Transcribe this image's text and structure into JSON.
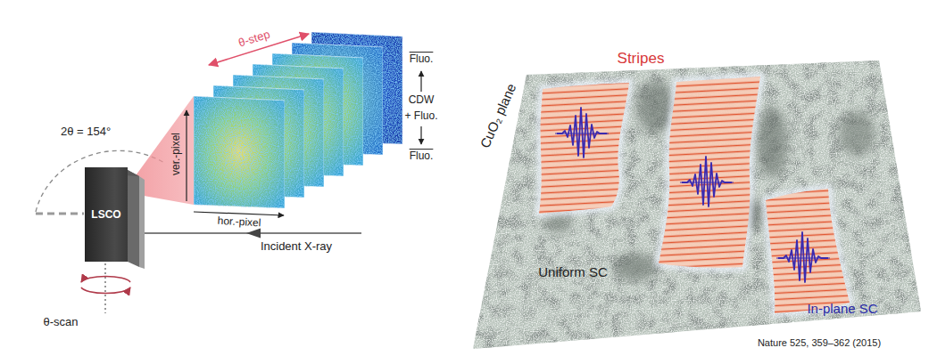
{
  "diagram": {
    "caption": "Nature 525, 359–362 (2015)",
    "nodes": [
      {
        "text": [
          "LSCO"
        ]
      }
    ],
    "labels": [
      "θ-step",
      "Fluo.",
      "CDW",
      "+ Fluo.",
      "Fluo.",
      "ver.-pixel",
      "hor.-pixel",
      "2θ = 154°",
      "Incident X-ray",
      "θ-scan",
      "Stripes",
      "CuO₂ plane",
      "Uniform SC",
      "In-plane SC"
    ]
  }
}
